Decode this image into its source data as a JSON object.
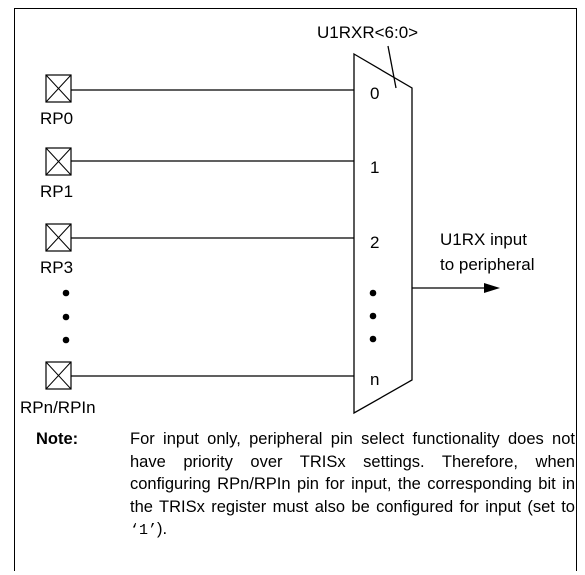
{
  "register_label": "U1RXR<6:0>",
  "pins": [
    {
      "label": "RP0",
      "input_number": "0"
    },
    {
      "label": "RP1",
      "input_number": "1"
    },
    {
      "label": "RP3",
      "input_number": "2"
    },
    {
      "label": "RPn/RPIn",
      "input_number": "n"
    }
  ],
  "output_label": {
    "line1": "U1RX input",
    "line2": "to peripheral"
  },
  "note": {
    "label": "Note:",
    "text_before": "For input only, peripheral pin select functionality does not have priority over TRISx settings. Therefore, when configuring RPn/RPIn pin for input, the corresponding bit in the TRISx register must also be configured for input (set to ",
    "code": "‘1’",
    "text_after": ")."
  }
}
